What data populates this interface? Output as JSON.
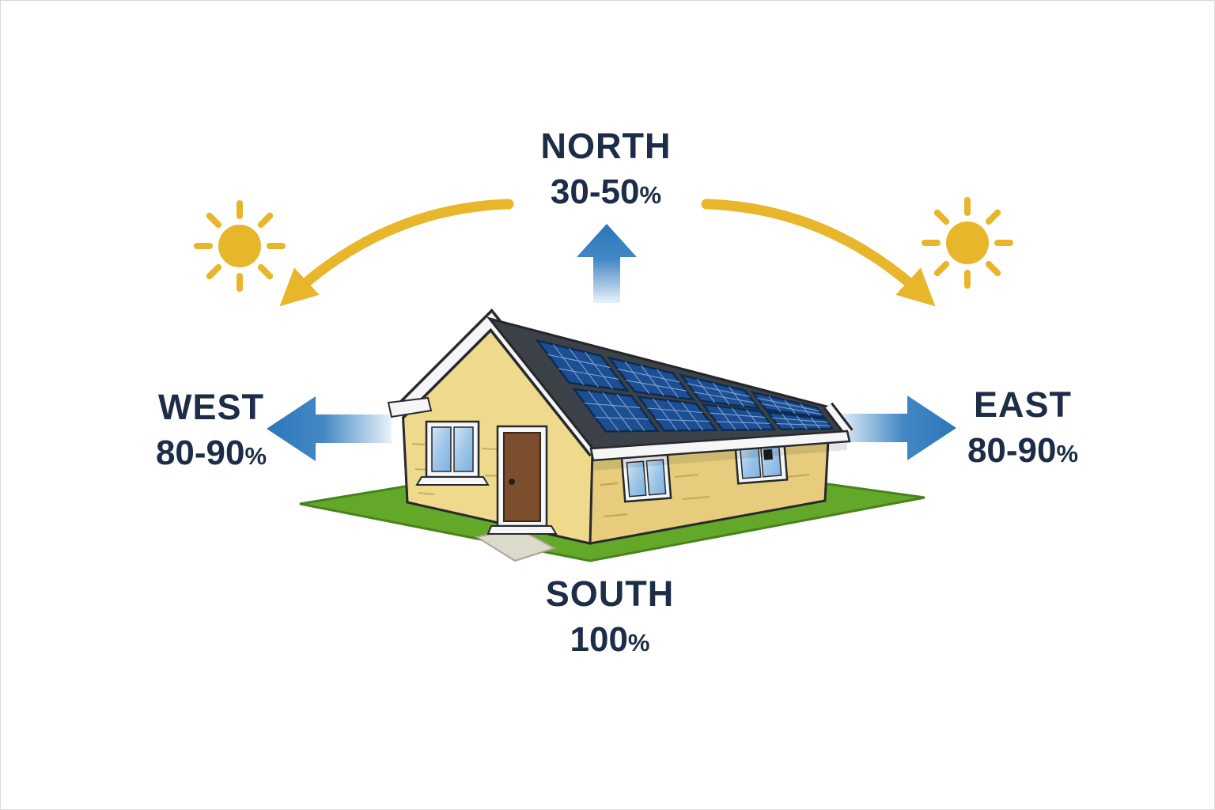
{
  "diagram": {
    "directions": {
      "north": {
        "label": "NORTH",
        "value": "30-50",
        "unit": "%"
      },
      "east": {
        "label": "EAST",
        "value": "80-90",
        "unit": "%"
      },
      "south": {
        "label": "SOUTH",
        "value": "100",
        "unit": "%"
      },
      "west": {
        "label": "WEST",
        "value": "80-90",
        "unit": "%"
      }
    },
    "icons": [
      "sun-icon",
      "sun-path-arrow",
      "direction-arrow",
      "house-with-solar-panels-icon"
    ],
    "colors": {
      "text": "#1d2c47",
      "direction_arrow": "#2b76ba",
      "sun": "#e8b62b",
      "grass": "#63a829",
      "wall": "#eed98c",
      "roof": "#3c4148",
      "solar_panel": "#1d4e91",
      "door": "#7b4f2e"
    },
    "solar_array": {
      "rows": 2,
      "columns": 4
    }
  }
}
